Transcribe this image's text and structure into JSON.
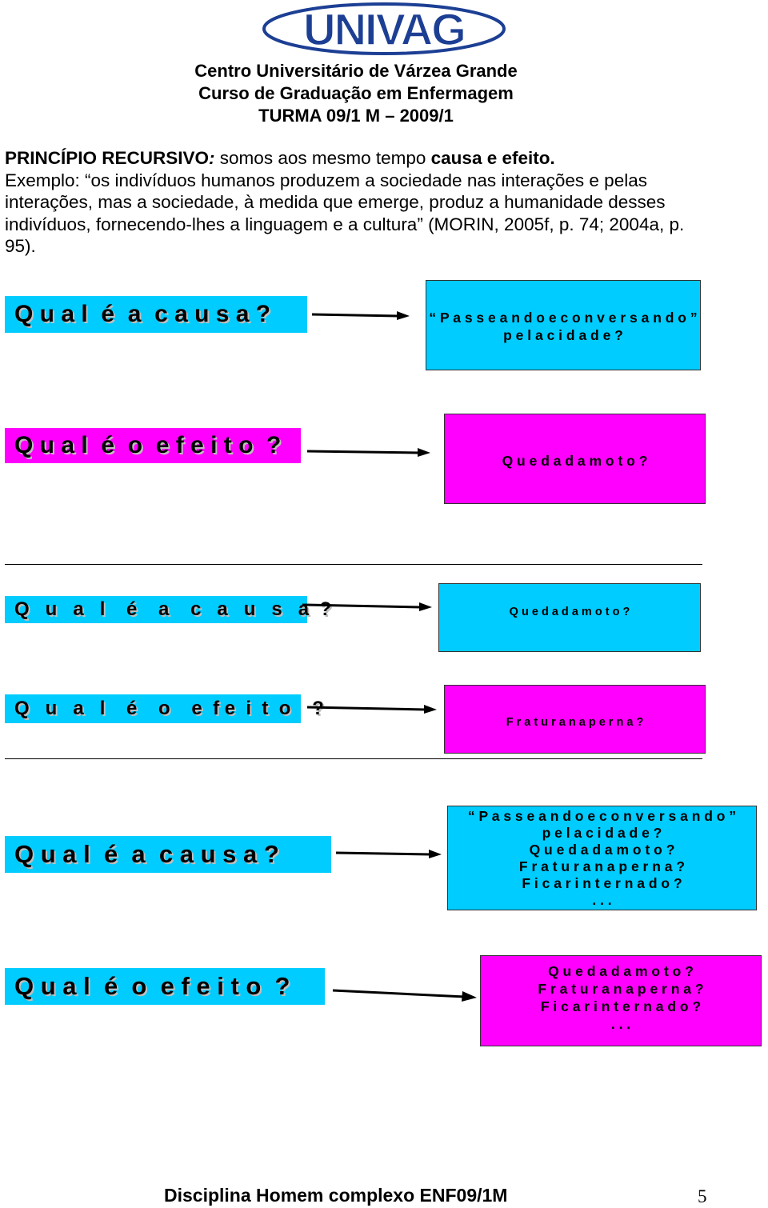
{
  "header": {
    "logo_text": "UNIVAG",
    "institution": "Centro Universitário de Várzea Grande",
    "course": "Curso de Graduação em Enfermagem",
    "class": "TURMA 09/1 M – 2009/1"
  },
  "intro": {
    "term": "PRINCÍPIO RECURSIVO",
    "colon": ":",
    "text_a": " somos aos mesmo tempo ",
    "term2": "causa e efeito.",
    "example": "Exemplo: “os indivíduos humanos produzem a sociedade nas interações e pelas interações, mas a sociedade, à medida que emerge, produz a humanidade desses indivíduos, fornecendo-lhes a linguagem e a cultura” (MORIN, 2005f, p. 74; 2004a, p. 95)."
  },
  "rows": [
    {
      "question": "Q u a l  é  a  c a u s a ?",
      "answer_lines": [
        "“ P a s s e a n d o   e   c o n v e r s a n d o ”",
        "p e l a   c i d a d e ?"
      ]
    },
    {
      "question": "Q u a l  é  o  e f e i t o  ?",
      "answer_lines": [
        "Q u e d a   d a   m o t o ?"
      ]
    },
    {
      "question": "Q   u   a   l    é    a    c   a   u   s   a  ?",
      "answer_lines": [
        "Q   u e d a   d a   m  o t o ?"
      ]
    },
    {
      "question": "Q   u   a   l    é    o    e  f e  i  t  o    ?",
      "answer_lines": [
        "F r a t u r a   n a   p e r n a   ?"
      ]
    },
    {
      "question": "Q u a l  é  a  c a u s a ?",
      "answer_lines": [
        "“ P a s s e a n d o   e   c o n v e r s a n d o ”",
        "p e l a   c i d a d e ?",
        "Q u e d a   d a   m o t o ?",
        "F r a t u r a   n a   p e r n a   ?",
        "F i c a r   i n t e r n a d o ?",
        ". . ."
      ]
    },
    {
      "question": "Q u a l  é  o  e f e i t o  ?",
      "answer_lines": [
        "Q u e d a   d a   m o t o ?",
        "F r a t u r a   n a   p e r n a ?",
        "F i c a r   i n t e r n a d o ?",
        ". . ."
      ]
    }
  ],
  "footer": {
    "discipline": "Disciplina Homem complexo ENF09/1M",
    "page_number": "5"
  },
  "colors": {
    "cyan": "#00ccff",
    "magenta": "#ff00ff",
    "logo_blue": "#1c3f94"
  }
}
